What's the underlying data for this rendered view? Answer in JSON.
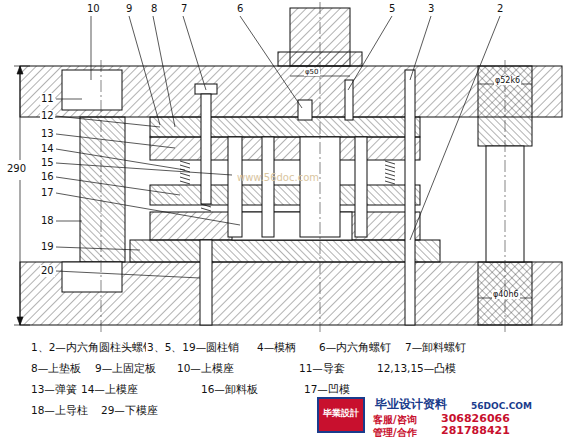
{
  "diagram": {
    "labels": [
      "10",
      "9",
      "8",
      "7",
      "6",
      "5",
      "3",
      "2",
      "11",
      "12",
      "13",
      "14",
      "15",
      "16",
      "17",
      "18",
      "19",
      "20",
      "290",
      "φ52k6",
      "φ40h6",
      "φ50",
      "1、2—内六角圆柱头螺钉",
      "3、5、19—圆柱销",
      "4—模柄",
      "6—内六角螺钉",
      "7—卸料螺钉",
      "8—上垫板",
      "9—上固定板",
      "10—上模座",
      "11—导套",
      "12,13,15—凸模",
      "13—弹簧",
      "14—上模座",
      "16—卸料板",
      "17—凹模",
      "18—上导柱",
      "29—下模座",
      "毕業設計",
      "毕业设计资料",
      "56DOC.COM",
      "客服/咨询",
      "306826066",
      "管理/合作",
      "281788421",
      "www.56doc.com"
    ]
  }
}
